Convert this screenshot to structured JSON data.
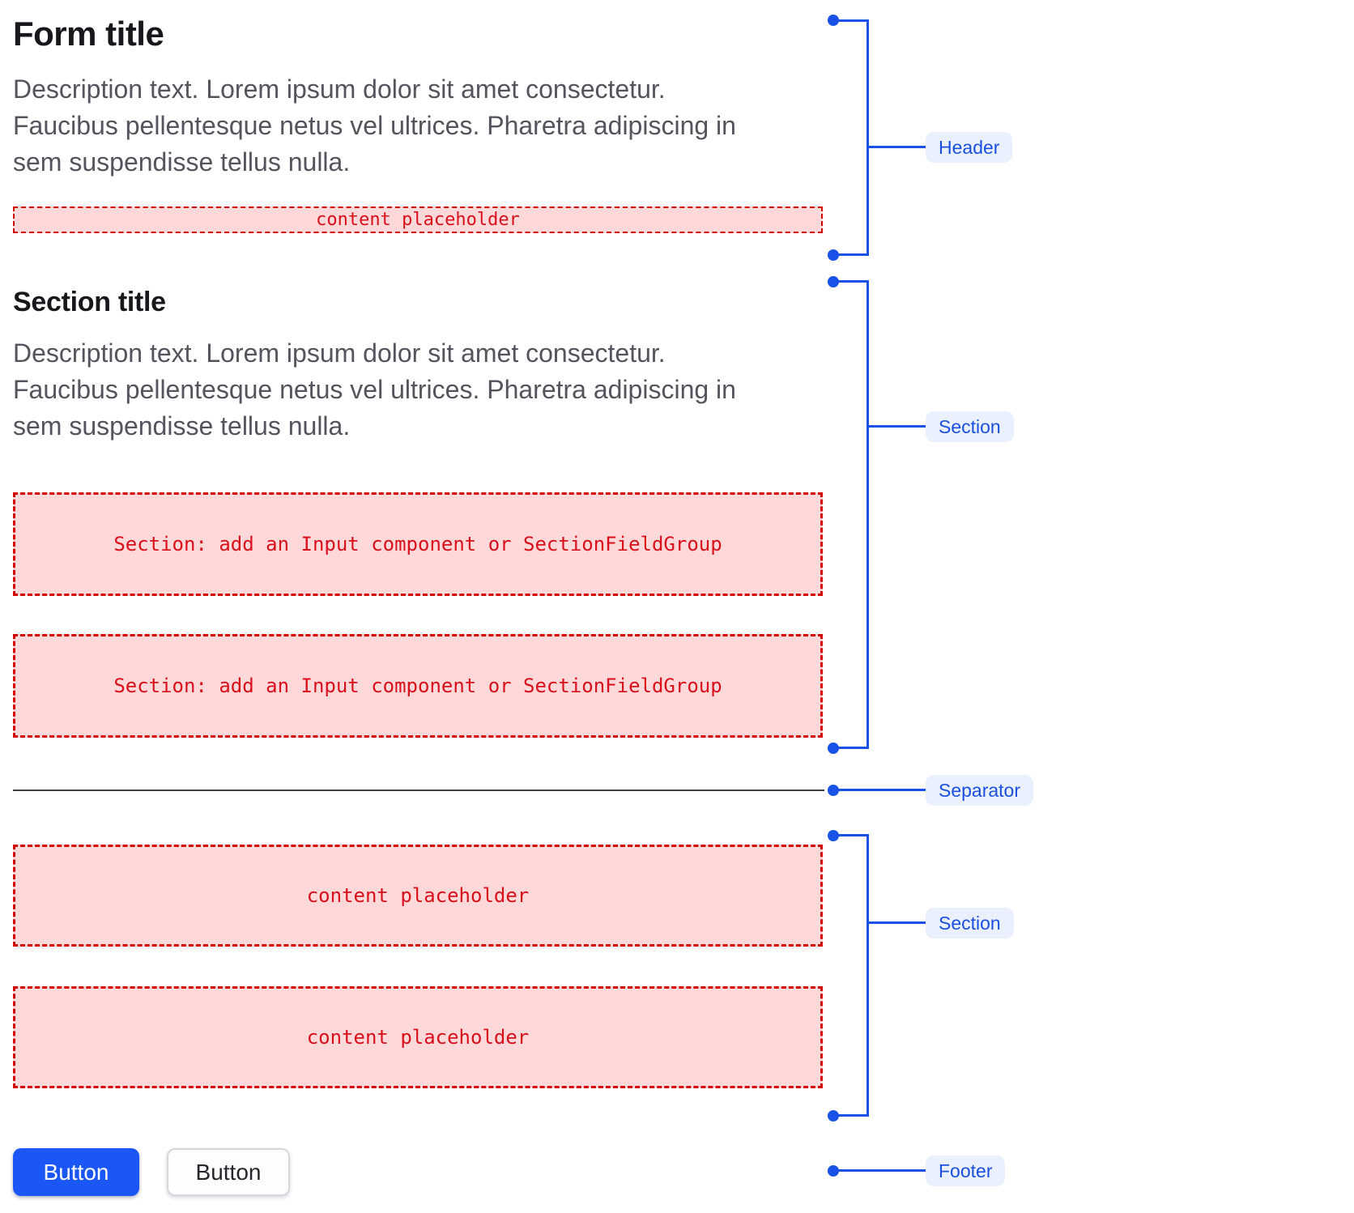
{
  "form": {
    "title": "Form title",
    "description": "Description text. Lorem ipsum dolor sit amet consectetur.\nFaucibus pellentesque netus vel ultrices. Pharetra adipiscing in\nsem suspendisse tellus nulla.",
    "header_placeholder": "content placeholder",
    "section": {
      "title": "Section title",
      "description": "Description text. Lorem ipsum dolor sit amet consectetur.\nFaucibus pellentesque netus vel ultrices. Pharetra adipiscing in\nsem suspendisse tellus nulla.",
      "slots": [
        "Section: add an Input component or SectionFieldGroup",
        "Section: add an Input component or SectionFieldGroup"
      ]
    },
    "section2": {
      "slots": [
        "content placeholder",
        "content placeholder"
      ]
    },
    "footer": {
      "primary_label": "Button",
      "secondary_label": "Button"
    }
  },
  "annotations": {
    "header": "Header",
    "section1": "Section",
    "separator": "Separator",
    "section2": "Section",
    "footer": "Footer"
  },
  "colors": {
    "accent_blue": "#1a52e8",
    "button_blue": "#1b57f6",
    "chip_bg": "#eaf0fe",
    "chip_text": "#1a50df",
    "placeholder_bg": "#ffd9d9",
    "placeholder_border": "#d40000",
    "placeholder_text": "#d8101c",
    "heading_text": "#17171c",
    "description_text": "#54545c",
    "separator_line": "#3f3f46"
  }
}
